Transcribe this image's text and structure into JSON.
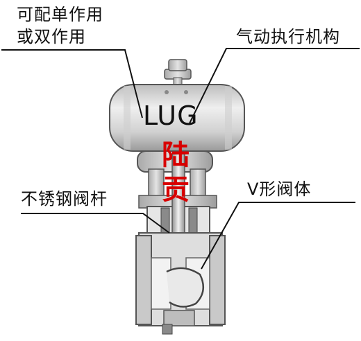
{
  "labels": {
    "actuator_mode_line1": "可配单作用",
    "actuator_mode_line2": "或双作用",
    "pneumatic_actuator": "气动执行机构",
    "stainless_stem": "不锈钢阀杆",
    "v_body": "V形阀体"
  },
  "actuator_text": "LUG",
  "watermark": [
    "陆",
    "贡"
  ],
  "colors": {
    "text": "#111111",
    "watermark": "#d80000",
    "metal_light": "#d9d9d9",
    "metal_dark": "#8a8a8a"
  }
}
